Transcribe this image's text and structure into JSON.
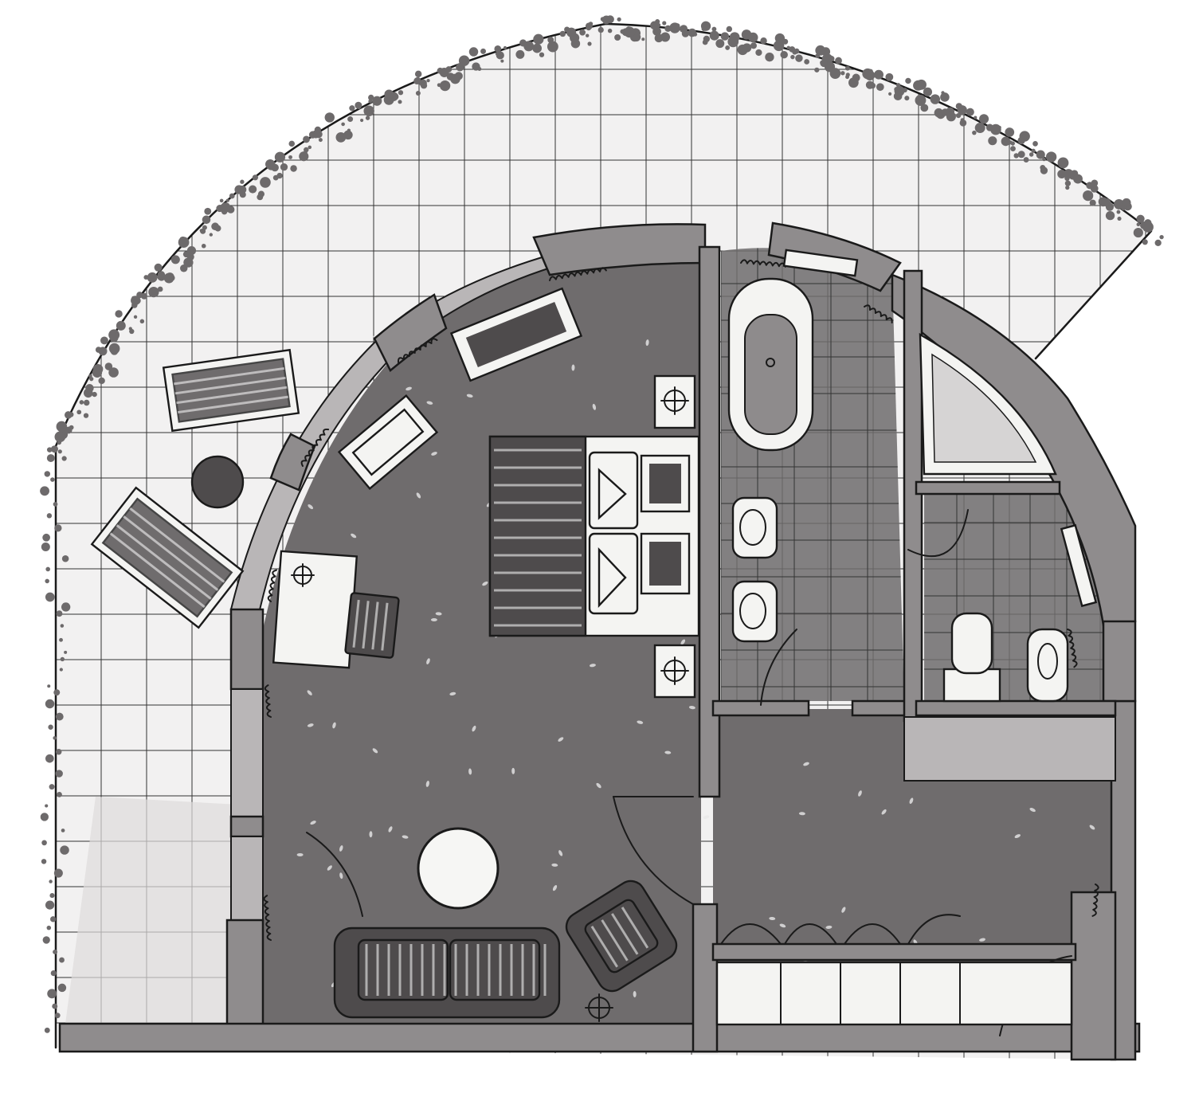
{
  "drawing": {
    "rooms": [
      "terrace",
      "bedroom",
      "living-area",
      "bathroom",
      "wc",
      "shower",
      "entrance-hall",
      "wardrobe"
    ],
    "colors": {
      "ink": "#1a1a1a",
      "wall": "#8f8c8d",
      "floor_dark": "#6f6c6d",
      "floor_light": "#cfcdcd",
      "furniture": "#f4f4f2",
      "upholstery": "#4e4b4c",
      "paper": "#ffffff"
    }
  }
}
